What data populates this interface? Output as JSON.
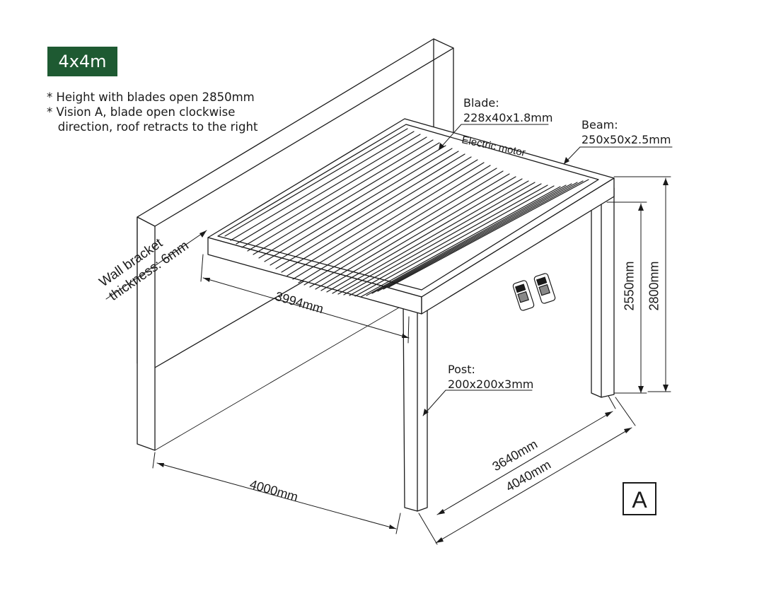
{
  "size_badge": "4x4m",
  "notes": [
    "* Height with blades open 2850mm",
    "* Vision A, blade open clockwise",
    "   direction, roof retracts to the right"
  ],
  "callouts": {
    "blade_title": "Blade:",
    "blade_spec": "228x40x1.8mm",
    "beam_title": "Beam:",
    "beam_spec": "250x50x2.5mm",
    "motor": "Electric motor",
    "post_title": "Post:",
    "post_spec": "200x200x3mm",
    "wall_bracket_line1": "Wall bracket",
    "wall_bracket_line2": "thickness: 6mm"
  },
  "dimensions": {
    "roof_width": "3994mm",
    "base_width": "4000mm",
    "depth_inner": "3640mm",
    "depth_outer": "4040mm",
    "height_clear": "2550mm",
    "height_total": "2800mm"
  },
  "vision_label": "A",
  "colors": {
    "badge_bg": "#1e5a32",
    "line": "#1a1a1a"
  }
}
